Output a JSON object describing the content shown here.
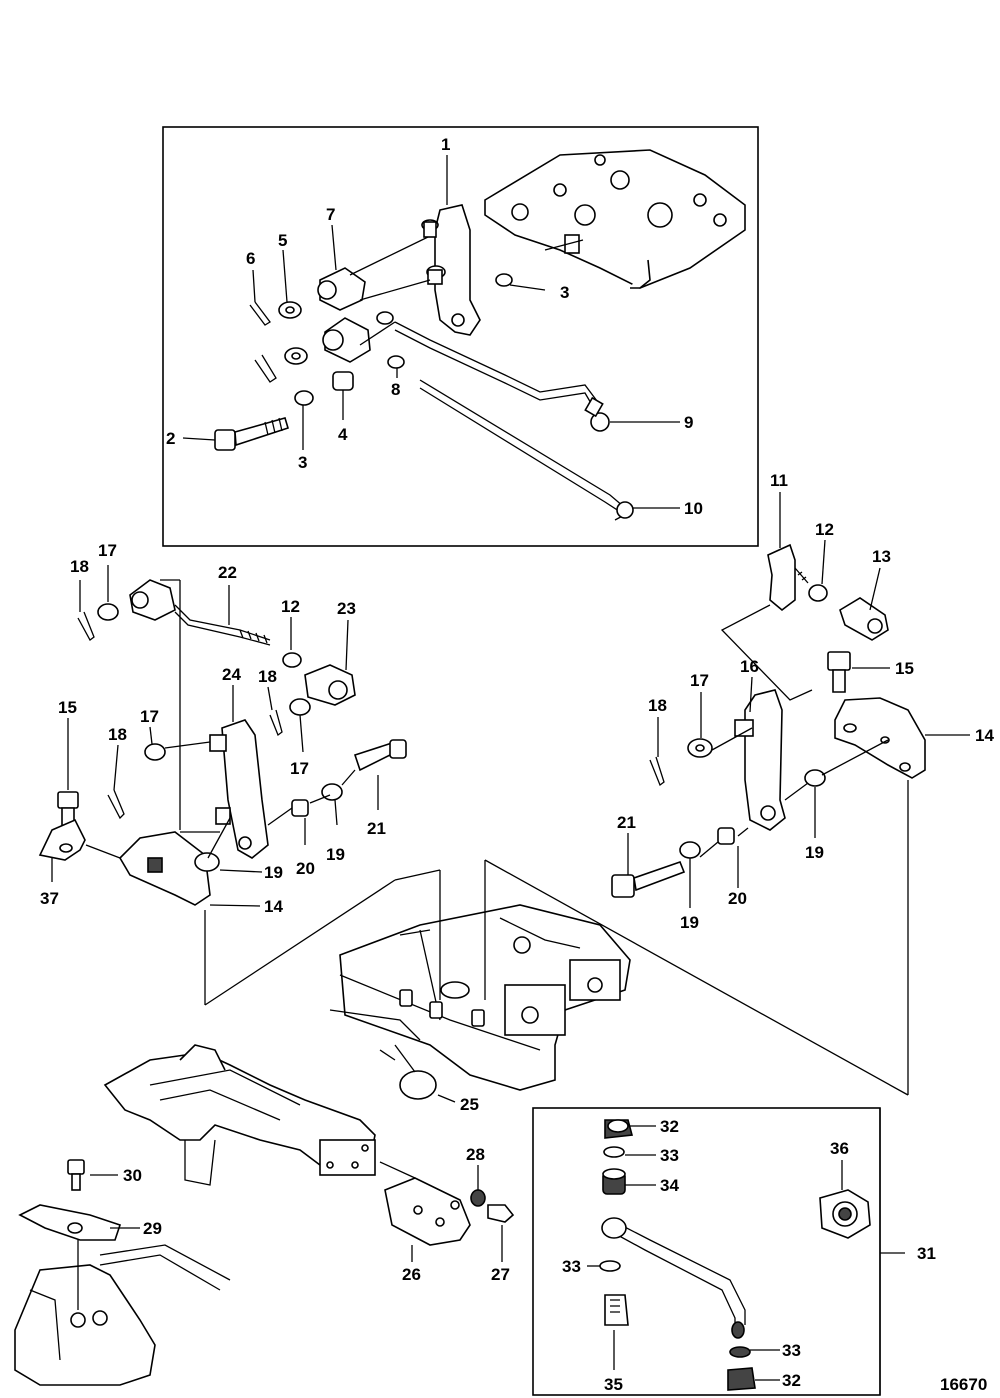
{
  "labels": {
    "l1": "1",
    "l2": "2",
    "l3a": "3",
    "l3b": "3",
    "l4": "4",
    "l5": "5",
    "l6": "6",
    "l7": "7",
    "l8": "8",
    "l9": "9",
    "l10": "10",
    "l11": "11",
    "l12a": "12",
    "l12b": "12",
    "l13": "13",
    "l14a": "14",
    "l14b": "14",
    "l15a": "15",
    "l15b": "15",
    "l16": "16",
    "l17a": "17",
    "l17b": "17",
    "l17c": "17",
    "l17d": "17",
    "l18a": "18",
    "l18b": "18",
    "l18c": "18",
    "l18d": "18",
    "l19a": "19",
    "l19b": "19",
    "l19c": "19",
    "l19d": "19",
    "l20a": "20",
    "l20b": "20",
    "l21a": "21",
    "l21b": "21",
    "l22": "22",
    "l23": "23",
    "l24": "24",
    "l25": "25",
    "l26": "26",
    "l27": "27",
    "l28": "28",
    "l29": "29",
    "l30": "30",
    "l31": "31",
    "l32a": "32",
    "l32b": "32",
    "l33a": "33",
    "l33b": "33",
    "l33c": "33",
    "l34": "34",
    "l35": "35",
    "l36": "36",
    "l37": "37"
  },
  "figure_ref": "16670"
}
